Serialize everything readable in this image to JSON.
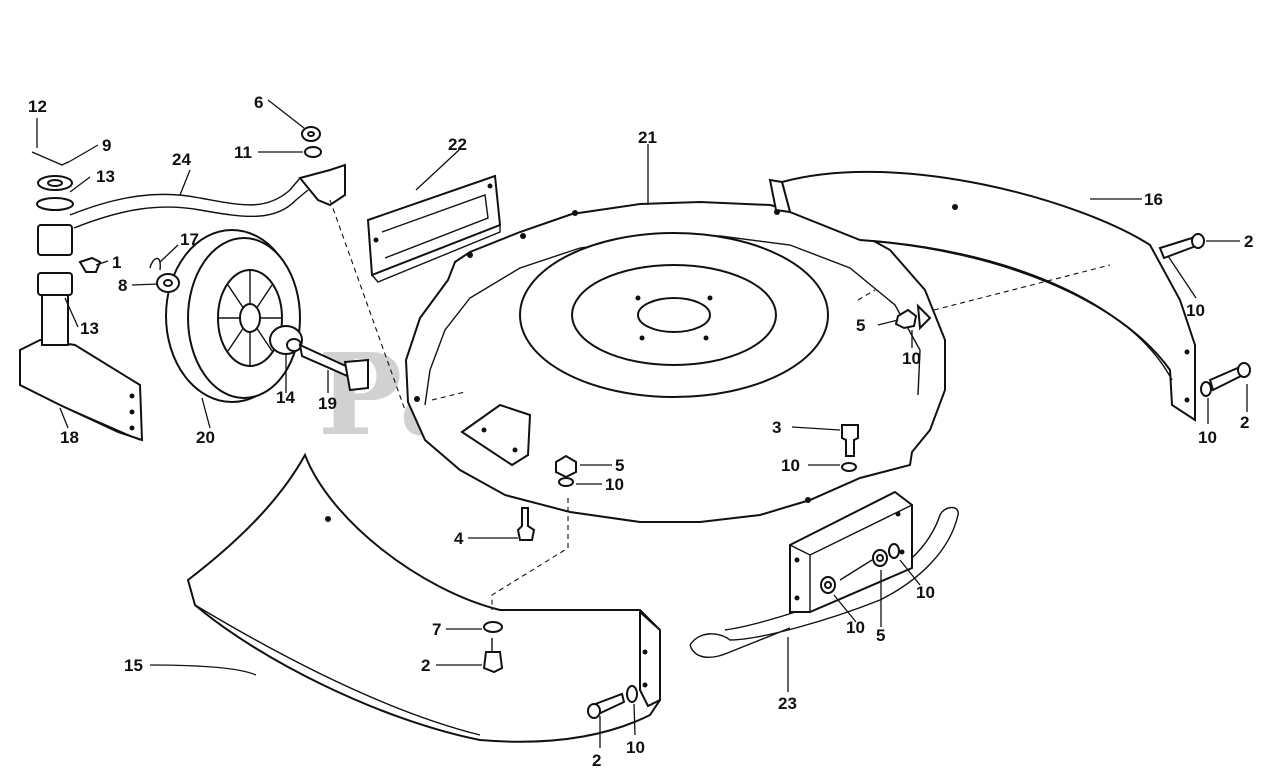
{
  "watermark": "PartsTree",
  "callouts": {
    "c1": "1",
    "c2a": "2",
    "c2b": "2",
    "c2c": "2",
    "c2d": "2",
    "c3": "3",
    "c4": "4",
    "c5a": "5",
    "c5b": "5",
    "c5c": "5",
    "c6": "6",
    "c7": "7",
    "c8": "8",
    "c9": "9",
    "c10a": "10",
    "c10b": "10",
    "c10c": "10",
    "c10d": "10",
    "c10e": "10",
    "c10f": "10",
    "c10g": "10",
    "c10h": "10",
    "c11": "11",
    "c12": "12",
    "c13a": "13",
    "c13b": "13",
    "c14": "14",
    "c15": "15",
    "c16": "16",
    "c17": "17",
    "c18": "18",
    "c19": "19",
    "c20": "20",
    "c21": "21",
    "c22": "22",
    "c23": "23",
    "c24": "24"
  }
}
